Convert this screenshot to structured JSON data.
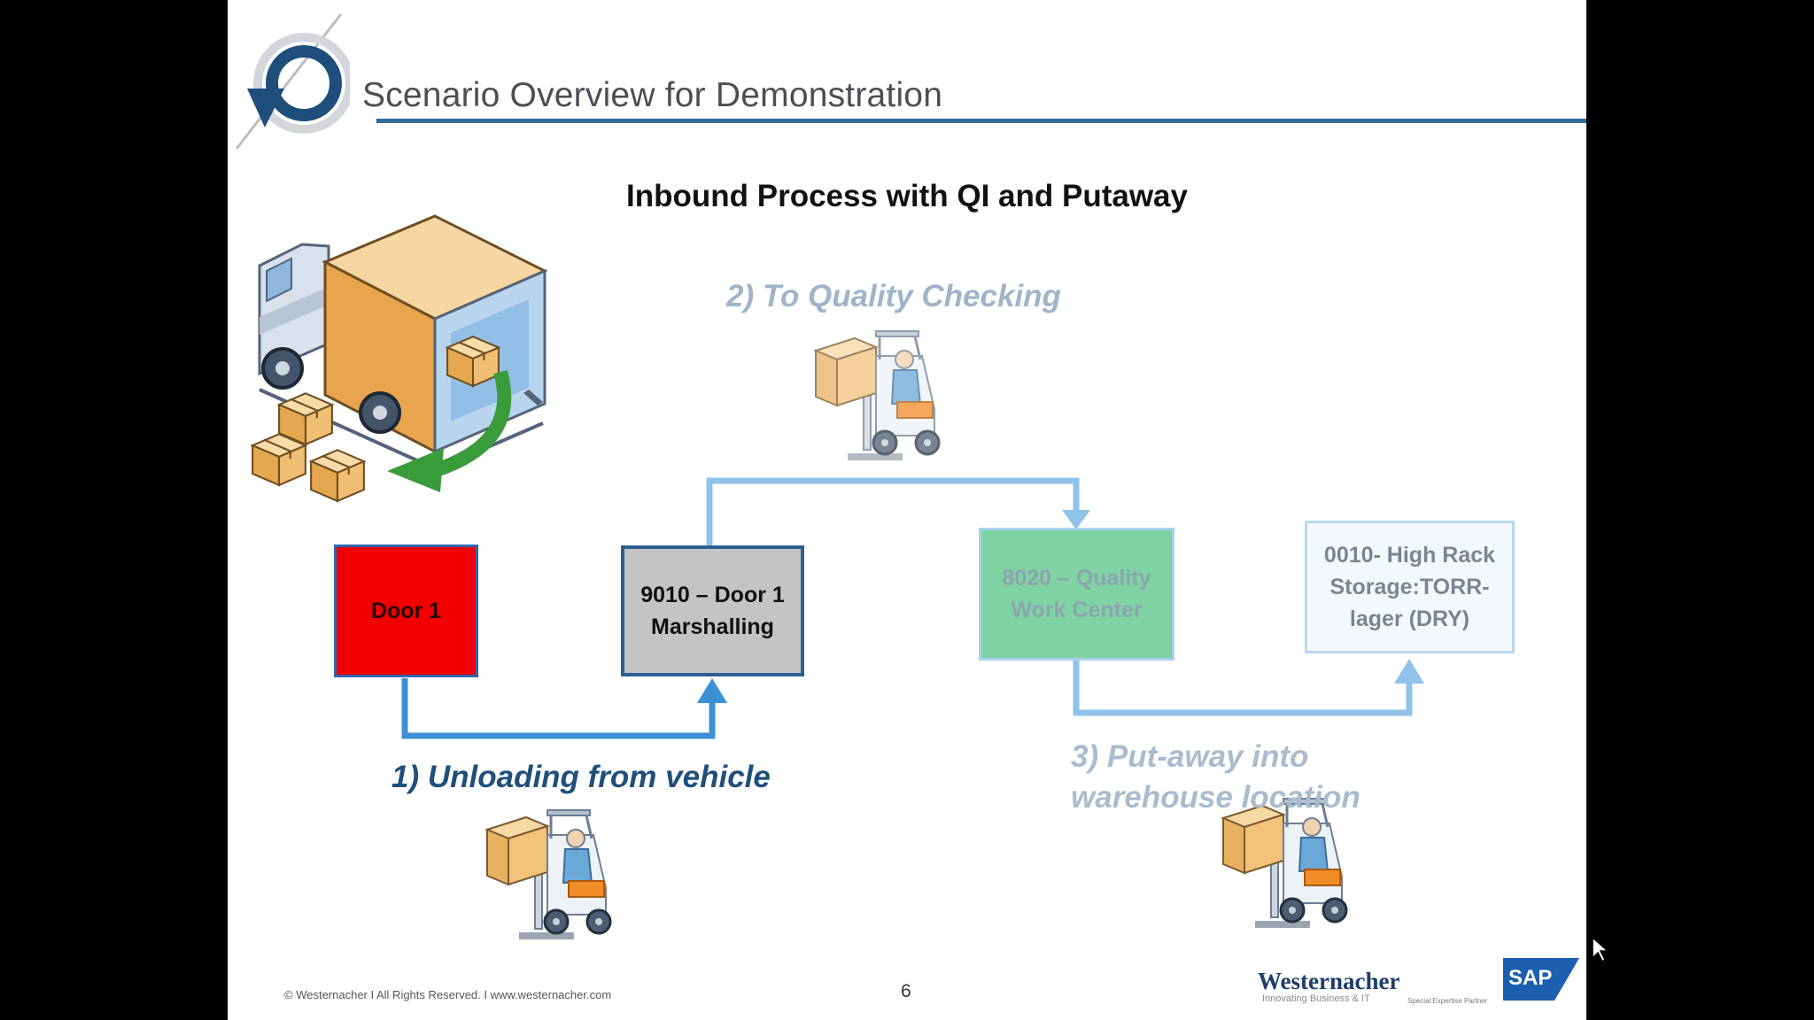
{
  "slide": {
    "title": "Scenario Overview for Demonstration",
    "subtitle": "Inbound Process with QI  and Putaway"
  },
  "steps": [
    {
      "label": "1) Unloading from vehicle"
    },
    {
      "label": "2) To Quality Checking"
    },
    {
      "label": "3) Put-away into warehouse location"
    }
  ],
  "locations": {
    "door": "Door 1",
    "marshalling": "9010 – Door 1 Marshalling",
    "quality": "8020 – Quality Work Center",
    "storage": "0010- High Rack Storage:TORR-lager (DRY)"
  },
  "footer": {
    "copyright": "© Westernacher  I  All Rights Reserved.  I  www.westernacher.com",
    "page_number": "6",
    "brand": "Westernacher",
    "brand_tagline": "Innovating Business & IT",
    "partner_tagline": "Special Expertise Partner",
    "sap_logo": "SAP"
  },
  "colors": {
    "accent": "#2e6e96",
    "door": "#f20000",
    "marshalling": "#c4c4c4",
    "quality": "#7fd3a3",
    "arrow_active": "#3d8fd6",
    "arrow_faded": "#8fc3ea"
  },
  "icons": [
    "delivery-truck-icon",
    "forklift-icon",
    "box-stack-icon",
    "unload-arrow-icon",
    "cursor-icon"
  ]
}
